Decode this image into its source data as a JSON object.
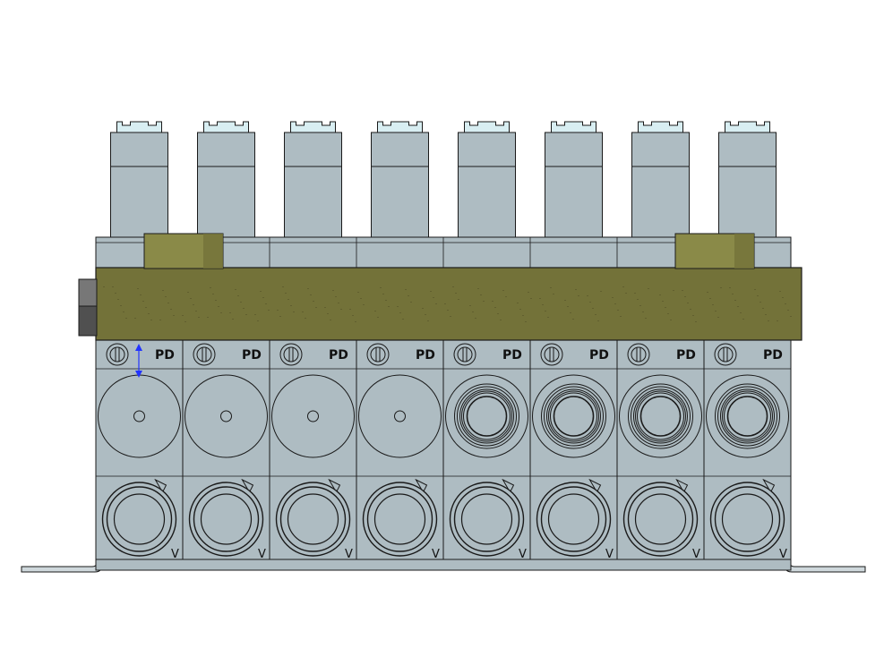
{
  "labels": {
    "port_top": "PD",
    "port_bottom": "V"
  },
  "colors": {
    "body": "#aebcc2",
    "body_dark": "#98a8af",
    "coil_top": "#d8eef2",
    "olive": "#737239",
    "olive_light": "#8a8a48",
    "outline": "#1a1a1a",
    "arrow": "#2233ff",
    "bracket": "#cfd8dc",
    "fitting": "#777777"
  },
  "stations": [
    {
      "index": 1,
      "middle_port": "plug"
    },
    {
      "index": 2,
      "middle_port": "plug"
    },
    {
      "index": 3,
      "middle_port": "plug"
    },
    {
      "index": 4,
      "middle_port": "plug"
    },
    {
      "index": 5,
      "middle_port": "threaded"
    },
    {
      "index": 6,
      "middle_port": "threaded"
    },
    {
      "index": 7,
      "middle_port": "threaded"
    },
    {
      "index": 8,
      "middle_port": "threaded"
    }
  ]
}
